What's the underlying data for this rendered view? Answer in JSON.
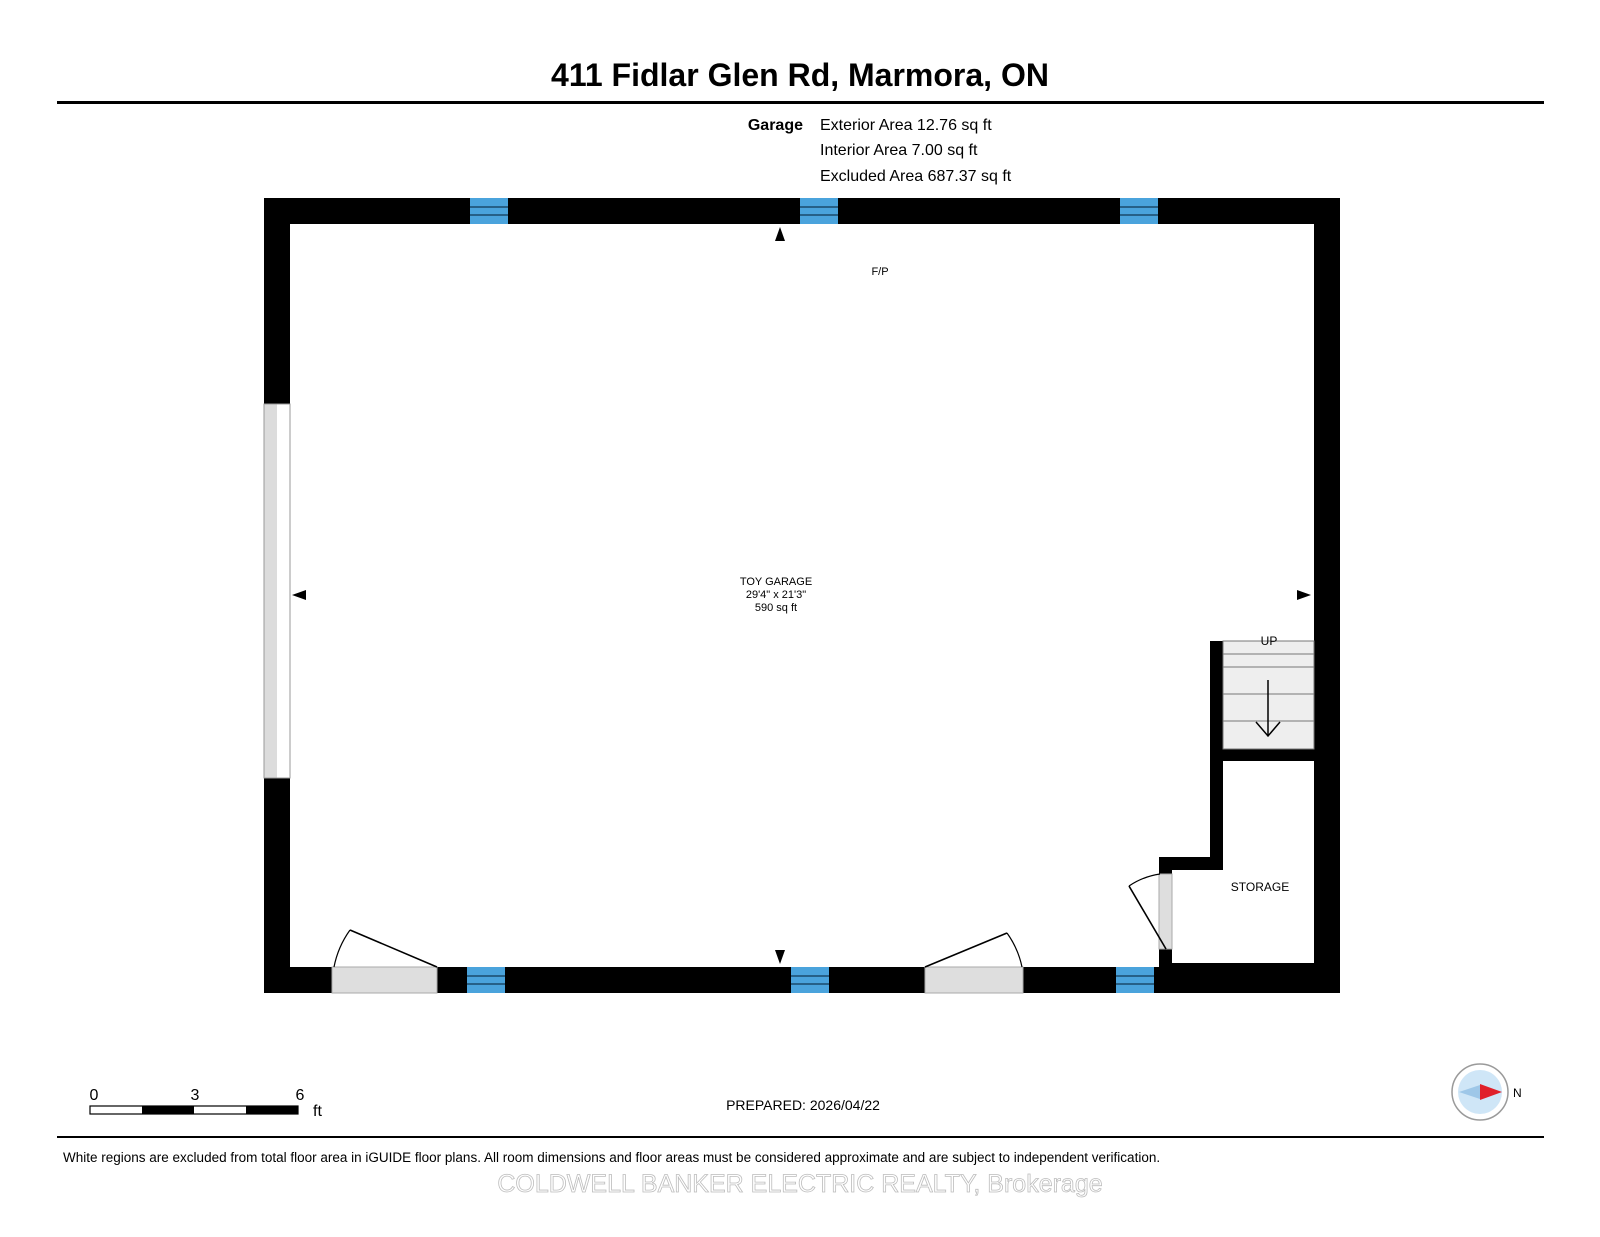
{
  "header": {
    "title": "411 Fidlar Glen Rd, Marmora, ON"
  },
  "areas": {
    "section_label": "Garage",
    "lines": [
      "Exterior Area 12.76 sq ft",
      "Interior Area 7.00 sq ft",
      "Excluded Area 687.37 sq ft"
    ]
  },
  "plan": {
    "fp_label": "F/P",
    "up_label": "UP",
    "rooms": [
      {
        "name": "TOY GARAGE",
        "dims": "29'4\" x 21'3\"",
        "area": "590 sq ft"
      },
      {
        "name": "STORAGE"
      }
    ],
    "colors": {
      "wall": "#000000",
      "window": "#4aa3dc",
      "door_fill": "#dedede",
      "stair_fill": "#eeeeee"
    }
  },
  "scale": {
    "ticks": [
      "0",
      "3",
      "6"
    ],
    "unit": "ft"
  },
  "compass": {
    "label": "N",
    "colors": {
      "ring": "#cfe6f7",
      "arrow": "#e0202a",
      "tail": "#9ec7e8"
    }
  },
  "footer": {
    "prepared": "PREPARED: 2026/04/22",
    "disclaimer": "White regions are excluded from total floor area in iGUIDE floor plans. All room dimensions and floor areas must be considered approximate and are subject to independent verification.",
    "watermark": "COLDWELL BANKER ELECTRIC REALTY, Brokerage"
  }
}
